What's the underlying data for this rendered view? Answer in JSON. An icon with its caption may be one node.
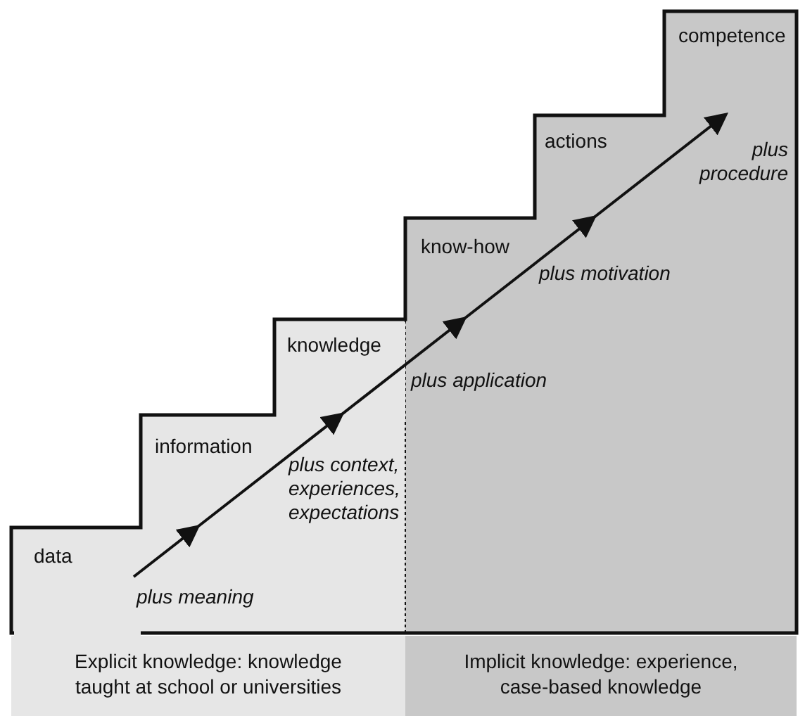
{
  "diagram": {
    "nodes": [
      {
        "text": [
          "data"
        ]
      },
      {
        "text": [
          "information"
        ]
      },
      {
        "text": [
          "knowledge"
        ]
      },
      {
        "text": [
          "know-how"
        ]
      },
      {
        "text": [
          "actions"
        ]
      },
      {
        "text": [
          "competence"
        ]
      },
      {
        "text": [
          "Explicit knowledge: knowledge taught at school or universities"
        ]
      },
      {
        "text": [
          "Implicit knowledge: experience, case-based knowledge"
        ]
      }
    ],
    "edges": [
      {
        "from": 0,
        "to": 1,
        "arrow": "to",
        "label": "plus meaning"
      },
      {
        "from": 1,
        "to": 2,
        "arrow": "to",
        "label": "plus context, experiences, expectations"
      },
      {
        "from": 2,
        "to": 3,
        "arrow": "to",
        "label": "plus application"
      },
      {
        "from": 3,
        "to": 4,
        "arrow": "to",
        "label": "plus motivation"
      },
      {
        "from": 4,
        "to": 5,
        "arrow": "to",
        "label": "plus procedure"
      }
    ]
  }
}
